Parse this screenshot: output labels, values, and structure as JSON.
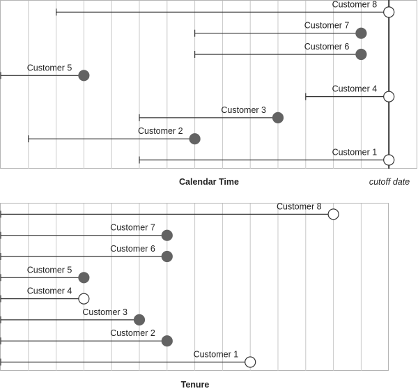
{
  "chart_data": [
    {
      "type": "timeline",
      "xlabel": "Calendar Time",
      "cutoff_label": "cutoff date",
      "xlim": [
        0,
        14
      ],
      "cutoff": 14,
      "series": [
        {
          "name": "Customer 1",
          "start": 5,
          "end": 14,
          "event": "censored"
        },
        {
          "name": "Customer 2",
          "start": 1,
          "end": 7,
          "event": "stopped"
        },
        {
          "name": "Customer 3",
          "start": 5,
          "end": 10,
          "event": "stopped"
        },
        {
          "name": "Customer 4",
          "start": 11,
          "end": 14,
          "event": "censored"
        },
        {
          "name": "Customer 5",
          "start": 0,
          "end": 3,
          "event": "stopped"
        },
        {
          "name": "Customer 6",
          "start": 7,
          "end": 13,
          "event": "stopped"
        },
        {
          "name": "Customer 7",
          "start": 7,
          "end": 13,
          "event": "stopped"
        },
        {
          "name": "Customer 8",
          "start": 2,
          "end": 14,
          "event": "censored"
        }
      ]
    },
    {
      "type": "timeline",
      "xlabel": "Tenure",
      "xlim": [
        0,
        14
      ],
      "series": [
        {
          "name": "Customer 1",
          "start": 0,
          "end": 9,
          "event": "censored"
        },
        {
          "name": "Customer 2",
          "start": 0,
          "end": 6,
          "event": "stopped"
        },
        {
          "name": "Customer 3",
          "start": 0,
          "end": 5,
          "event": "stopped"
        },
        {
          "name": "Customer 4",
          "start": 0,
          "end": 3,
          "event": "censored"
        },
        {
          "name": "Customer 5",
          "start": 0,
          "end": 3,
          "event": "stopped"
        },
        {
          "name": "Customer 6",
          "start": 0,
          "end": 6,
          "event": "stopped"
        },
        {
          "name": "Customer 7",
          "start": 0,
          "end": 6,
          "event": "stopped"
        },
        {
          "name": "Customer 8",
          "start": 0,
          "end": 12,
          "event": "censored"
        }
      ]
    }
  ],
  "colors": {
    "grid": "#c8c8c8",
    "border": "#b4b4b4",
    "line": "#333333",
    "stopped_fill": "#636363",
    "censored_fill": "#ffffff",
    "cutoff": "#333333",
    "text": "#222222"
  }
}
